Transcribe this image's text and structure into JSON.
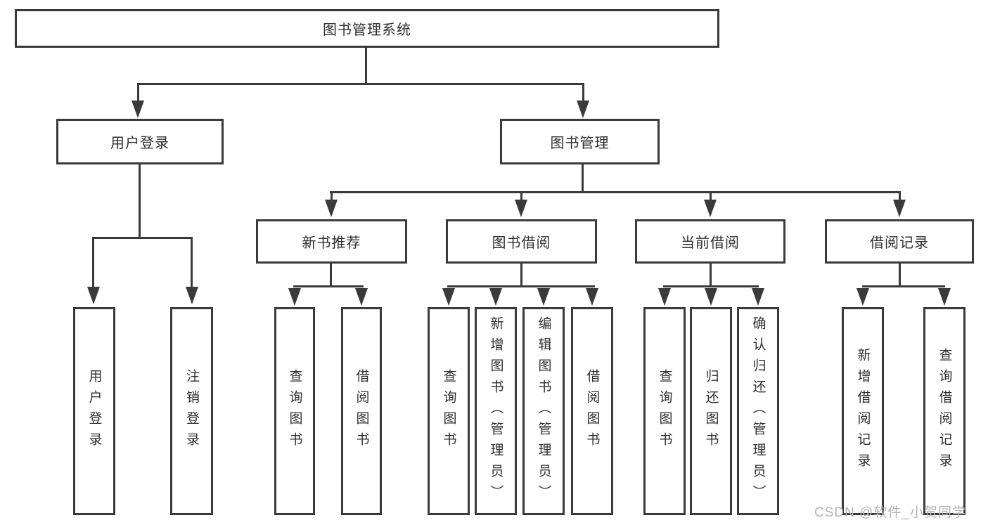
{
  "diagram": {
    "root": {
      "label": "图书管理系统"
    },
    "children": [
      {
        "label": "用户登录",
        "children": [
          {
            "label": "用户登录"
          },
          {
            "label": "注销登录"
          }
        ]
      },
      {
        "label": "图书管理",
        "children": [
          {
            "label": "新书推荐",
            "children": [
              {
                "label": "查询图书"
              },
              {
                "label": "借阅图书"
              }
            ]
          },
          {
            "label": "图书借阅",
            "children": [
              {
                "label": "查询图书"
              },
              {
                "label": "新增图书（管理员）"
              },
              {
                "label": "编辑图书（管理员）"
              },
              {
                "label": "借阅图书"
              }
            ]
          },
          {
            "label": "当前借阅",
            "children": [
              {
                "label": "查询图书"
              },
              {
                "label": "归还图书"
              },
              {
                "label": "确认归还（管理员）"
              }
            ]
          },
          {
            "label": "借阅记录",
            "children": [
              {
                "label": "新增借阅记录"
              },
              {
                "label": "查询借阅记录"
              }
            ]
          }
        ]
      }
    ]
  },
  "watermark": {
    "text": "CSDN @软件_小贺同学"
  },
  "colors": {
    "line": "#3a3a3a",
    "text": "#2f2f2f",
    "background": "#ffffff",
    "watermark": "#b3b3b3"
  }
}
